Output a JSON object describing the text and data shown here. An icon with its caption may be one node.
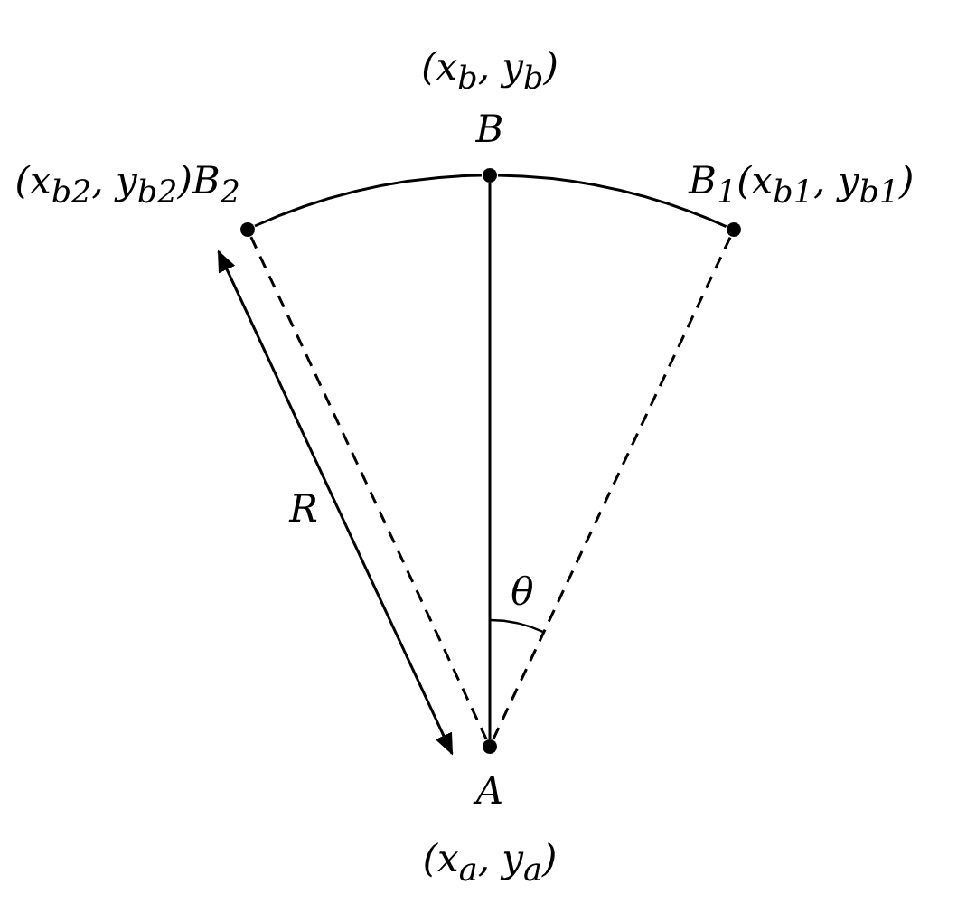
{
  "diagram": {
    "nodes": [
      {
        "text": [
          "(x$_{b}$, y$_{b}$)",
          "B"
        ]
      },
      {
        "text": [
          "(x$_{b2}$, y$_{b2}$)B$_{2}$"
        ]
      },
      {
        "text": [
          "B$_{1}$(x$_{b1}$, y$_{b1}$)"
        ]
      },
      {
        "text": [
          "A",
          "(x$_{a}$, y$_{a}$)"
        ]
      }
    ],
    "edges": [
      {
        "from": 3,
        "to": 0,
        "arrow": "none"
      },
      {
        "from": 3,
        "to": 1,
        "arrow": "none",
        "style": "dashed"
      },
      {
        "from": 3,
        "to": 2,
        "arrow": "none",
        "style": "dashed"
      },
      {
        "from": 1,
        "to": 0,
        "arrow": "none"
      },
      {
        "from": 0,
        "to": 2,
        "arrow": "none"
      },
      {
        "from": 1,
        "to": 3,
        "arrow": "both",
        "label": "R"
      }
    ],
    "labels": [
      "θ"
    ]
  }
}
